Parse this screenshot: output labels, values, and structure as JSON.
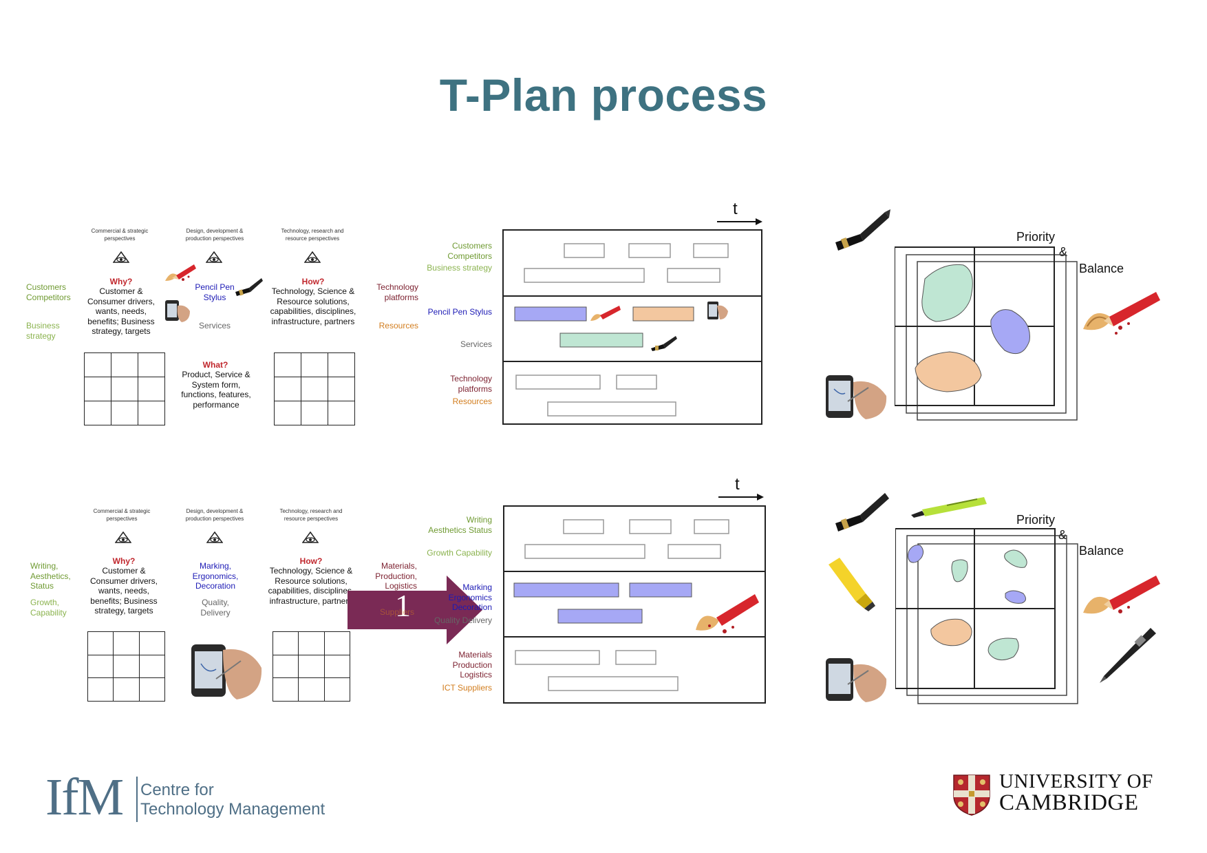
{
  "title": "T-Plan process",
  "common": {
    "commercial": "Commercial & strategic perspectives",
    "design": "Design, development & production perspectives",
    "technology": "Technology, research and resource perspectives",
    "why": "Why?",
    "why_text": "Customer & Consumer drivers, wants, needs, benefits; Business strategy, targets",
    "how": "How?",
    "how_text": "Technology, Science & Resource solutions, capabilities, disciplines, infrastructure, partners",
    "t_axis": "t",
    "priority": "Priority",
    "amp": "&",
    "balance": "Balance"
  },
  "row1": {
    "left_label_1": "Customers Competitors",
    "left_label_2": "Business strategy",
    "pen_items": "Pencil Pen Stylus",
    "services": "Services",
    "right_label_1": "Technology platforms",
    "right_label_2": "Resources",
    "what": "What?",
    "what_text": "Product, Service & System form, functions, features, performance",
    "roadmap_top_1": "Customers Competitors",
    "roadmap_top_2": "Business strategy",
    "roadmap_mid_1": "Pencil Pen Stylus",
    "roadmap_mid_2": "Services",
    "roadmap_bot_1": "Technology platforms",
    "roadmap_bot_2": "Resources"
  },
  "row2": {
    "left_label_1": "Writing, Aesthetics, Status",
    "left_label_2": "Growth, Capability",
    "mid_label_1": "Marking, Ergonomics, Decoration",
    "mid_label_2": "Quality, Delivery",
    "right_label_1": "Materials, Production, Logistics",
    "right_label_2": "Suppliers",
    "arrow_number": "1",
    "roadmap_top_1": "Writing Aesthetics Status",
    "roadmap_top_2": "Growth Capability",
    "roadmap_mid_1": "Marking Ergonomics Decoration",
    "roadmap_mid_2": "Quality Delivery",
    "roadmap_bot_1": "Materials Production Logistics",
    "roadmap_bot_2": "ICT Suppliers"
  },
  "footer": {
    "ifm_logo": "IfM",
    "ifm_line1": "Centre for",
    "ifm_line2": "Technology Management",
    "cam_line1": "UNIVERSITY OF",
    "cam_line2": "CAMBRIDGE"
  },
  "colors": {
    "title": "#3e7281",
    "green_blob": "#bfe6d3",
    "orange_blob": "#f3c79f",
    "blue_blob": "#a6a8f5",
    "arrow": "#7a2a55",
    "ifm": "#4f6f86"
  }
}
